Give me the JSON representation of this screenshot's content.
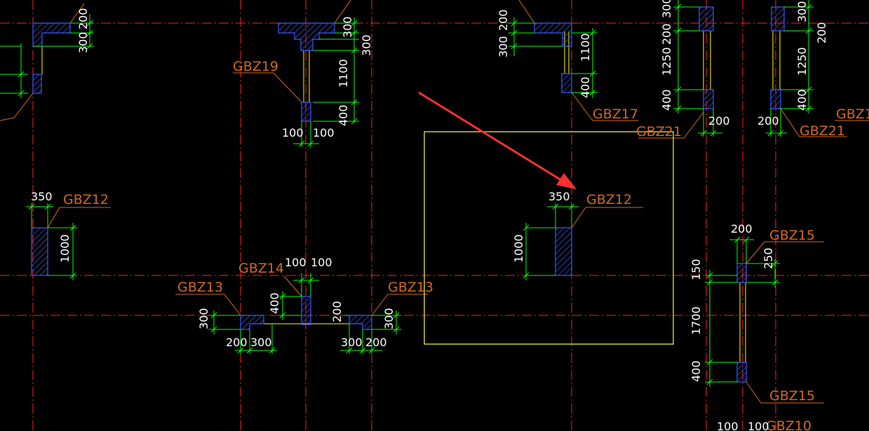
{
  "colors": {
    "background": "#000000",
    "axis": "#ff2020",
    "dimension": "#00ff00",
    "label": "#d2691e",
    "column_outline": "#3b5bff",
    "hatch": "#3b5bff",
    "wall_edge": "#ffff00",
    "selection_box": "#ffff40",
    "arrow": "#ff3030"
  },
  "labels": {
    "l1": "GBZ19",
    "l2": "GBZ17",
    "l3": "GBZ21",
    "l4": "GBZ21",
    "l5": "GBZ1",
    "l6": "GBZ12",
    "l7": "GBZ12",
    "l8": "GBZ15",
    "l9": "GBZ14",
    "l10": "GBZ13",
    "l11": "GBZ13",
    "l12": "GBZ15",
    "l13": "GBZ10"
  },
  "dims": {
    "d1": "200",
    "d2": "300",
    "d3": "300",
    "d4": "300",
    "d5": "1100",
    "d6": "400",
    "d7": "100",
    "d8": "100",
    "d9": "200",
    "d10": "300",
    "d11": "1100",
    "d12": "400",
    "d13": "300",
    "d14": "200",
    "d15": "1250",
    "d16": "400",
    "d17": "200",
    "d18": "300",
    "d19": "200",
    "d20": "1250",
    "d21": "400",
    "d22": "200",
    "d23": "350",
    "d24": "1000",
    "d25": "350",
    "d26": "1000",
    "d27": "100",
    "d28": "100",
    "d29": "400",
    "d30": "300",
    "d31": "200",
    "d32": "300",
    "d33": "200",
    "d34": "300",
    "d35": "300",
    "d36": "200",
    "d37": "200",
    "d38": "250",
    "d39": "150",
    "d40": "1700",
    "d41": "400",
    "d42": "100",
    "d43": "100"
  }
}
